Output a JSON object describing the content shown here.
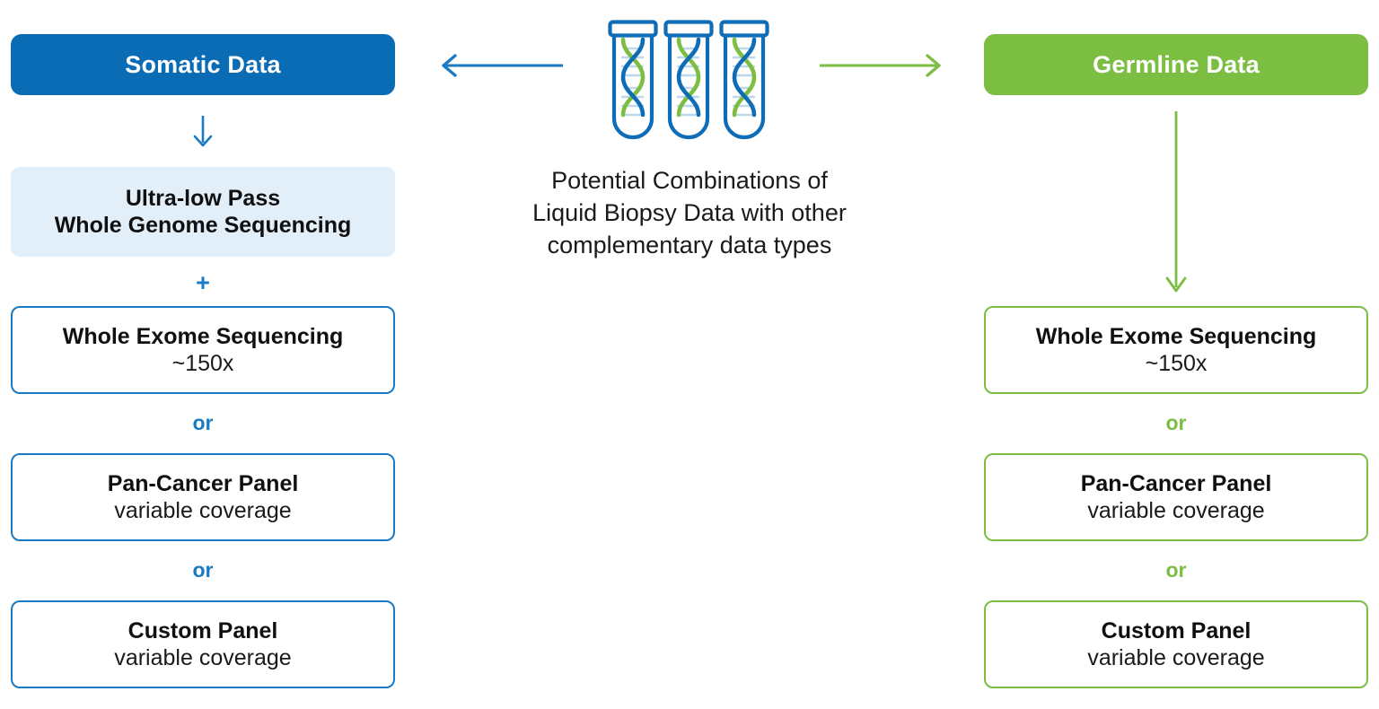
{
  "diagram": {
    "title": "Potential Combinations of Liquid Biopsy Data with other complementary data types",
    "colors": {
      "somatic_blue": "#0a6cb5",
      "somatic_accent": "#1b7ac4",
      "somatic_tint": "#e2eef8",
      "germline_green": "#7cbe42",
      "text_dark": "#101010",
      "background": "#ffffff"
    }
  },
  "center": {
    "icon_name": "dna-test-tubes-icon",
    "caption_lines": [
      "Potential Combinations of",
      "Liquid Biopsy Data with other",
      "complementary data types"
    ],
    "left_arrow_label": "arrow-left-to-somatic",
    "right_arrow_label": "arrow-right-to-germline"
  },
  "somatic": {
    "header": "Somatic Data",
    "down_arrow_label": "arrow-down-somatic",
    "nodes": [
      {
        "title": "Ultra-low Pass",
        "title2": "Whole Genome Sequencing",
        "sub": ""
      },
      {
        "title": "Whole Exome Sequencing",
        "title2": "",
        "sub": "~150x"
      },
      {
        "title": "Pan-Cancer Panel",
        "title2": "",
        "sub": "variable coverage"
      },
      {
        "title": "Custom Panel",
        "title2": "",
        "sub": "variable coverage"
      }
    ],
    "connectors": [
      "+",
      "or",
      "or"
    ]
  },
  "germline": {
    "header": "Germline Data",
    "down_arrow_label": "arrow-down-germline",
    "nodes": [
      {
        "title": "Whole Exome Sequencing",
        "title2": "",
        "sub": "~150x"
      },
      {
        "title": "Pan-Cancer Panel",
        "title2": "",
        "sub": "variable coverage"
      },
      {
        "title": "Custom Panel",
        "title2": "",
        "sub": "variable coverage"
      }
    ],
    "connectors": [
      "or",
      "or"
    ]
  }
}
